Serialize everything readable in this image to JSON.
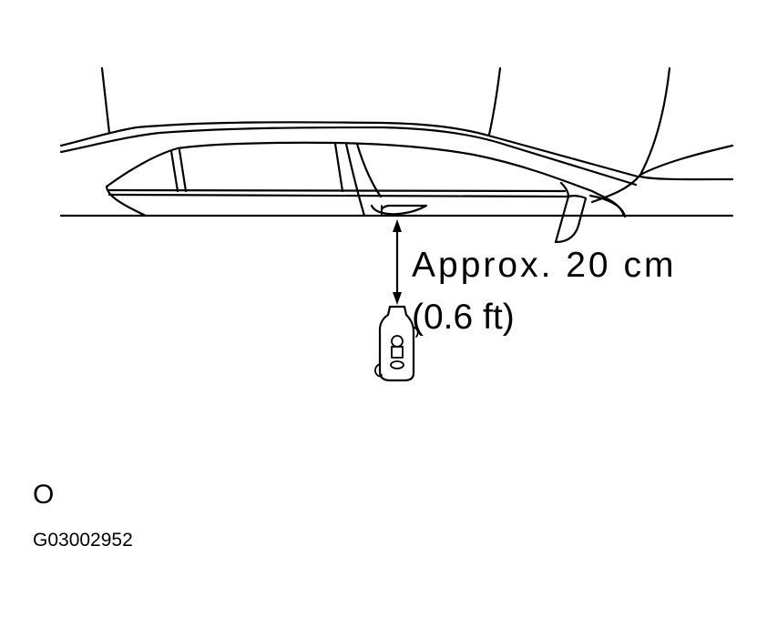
{
  "diagram": {
    "type": "technical-illustration",
    "subject": "vehicle-door-side-with-key-fob",
    "annotations": {
      "distance_label": "Approx. 20 cm",
      "distance_label_imperial": "(0.6 ft)"
    },
    "corner_mark": "O",
    "figure_id": "G03002952"
  },
  "colors": {
    "line": "#000000",
    "background": "#ffffff"
  }
}
